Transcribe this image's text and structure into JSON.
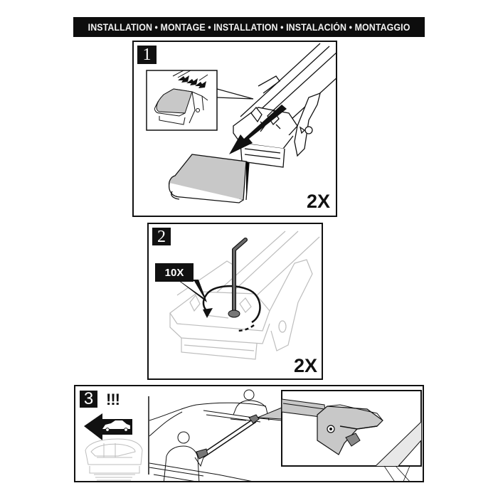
{
  "header": {
    "title": "INSTALLATION • MONTAGE • INSTALLATION • INSTALACIÓN • MONTAGGIO"
  },
  "steps": [
    {
      "number": "1",
      "multiplier": "2X",
      "description_icons": [
        "slide-cover-arrow-icon",
        "end-cap-cover-icon",
        "inset-detail-icon"
      ]
    },
    {
      "number": "2",
      "multiplier": "2X",
      "callout": "10X",
      "description_icons": [
        "allen-key-icon",
        "rotate-counterclockwise-arrow-icon"
      ]
    },
    {
      "number": "3",
      "warning": "!!!",
      "description_icons": [
        "direction-arrow-left-icon",
        "car-icon",
        "roof-top-view-icon",
        "two-people-mounting-icon",
        "foot-detail-inset-icon"
      ]
    }
  ],
  "colors": {
    "banner_bg": "#0d0d0d",
    "banner_text": "#f2f2f2",
    "line": "#111111",
    "fill_gray": "#c8c8c8",
    "light_gray": "#bdbdbd"
  }
}
